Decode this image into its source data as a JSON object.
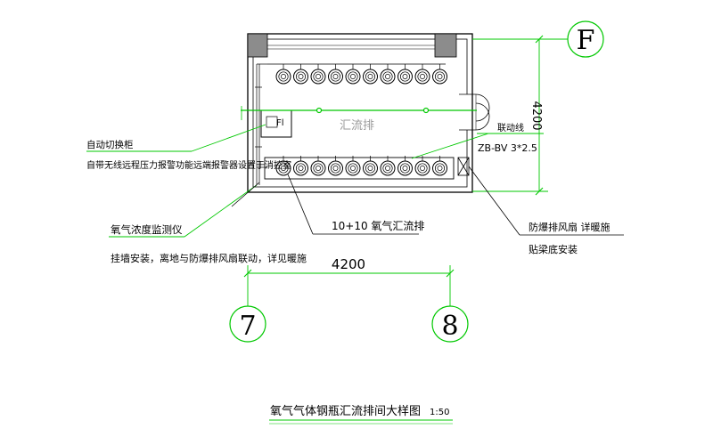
{
  "labels": {
    "manifold_center": "汇流排",
    "auto_switch_cabinet": "自动切换柜",
    "remote_alarm_note": "自带无线远程压力报警功能远端报警器设置于消控室",
    "interlock_wire": "联动线",
    "wire_spec": "ZB-BV 3*2.5",
    "oxygen_monitor": "氧气浓度监测仪",
    "monitor_install_note": "挂墙安装，离地与防爆排风扇联动，详见暖施",
    "oxygen_manifold": "10+10  氧气汇流排",
    "fan_label": "防爆排风扇  详暖施",
    "fan_install_note": "贴梁底安装",
    "dimension_horizontal": "4200",
    "dimension_vertical": "4200",
    "cabinet_mark": "Fl",
    "drawing_title": "氧气气体钢瓶汇流排间大样图",
    "drawing_scale": "1:50"
  },
  "grid_axes": {
    "axis_f": "F",
    "axis_7": "7",
    "axis_8": "8"
  },
  "cylinders": {
    "top_row_count": 10,
    "bottom_row_count": 10
  },
  "colors": {
    "annotation_line": "#00c800",
    "wall": "#000000",
    "column_fill": "#8c8c8c",
    "text": "#000000",
    "muted_text": "#9a9a9a"
  }
}
